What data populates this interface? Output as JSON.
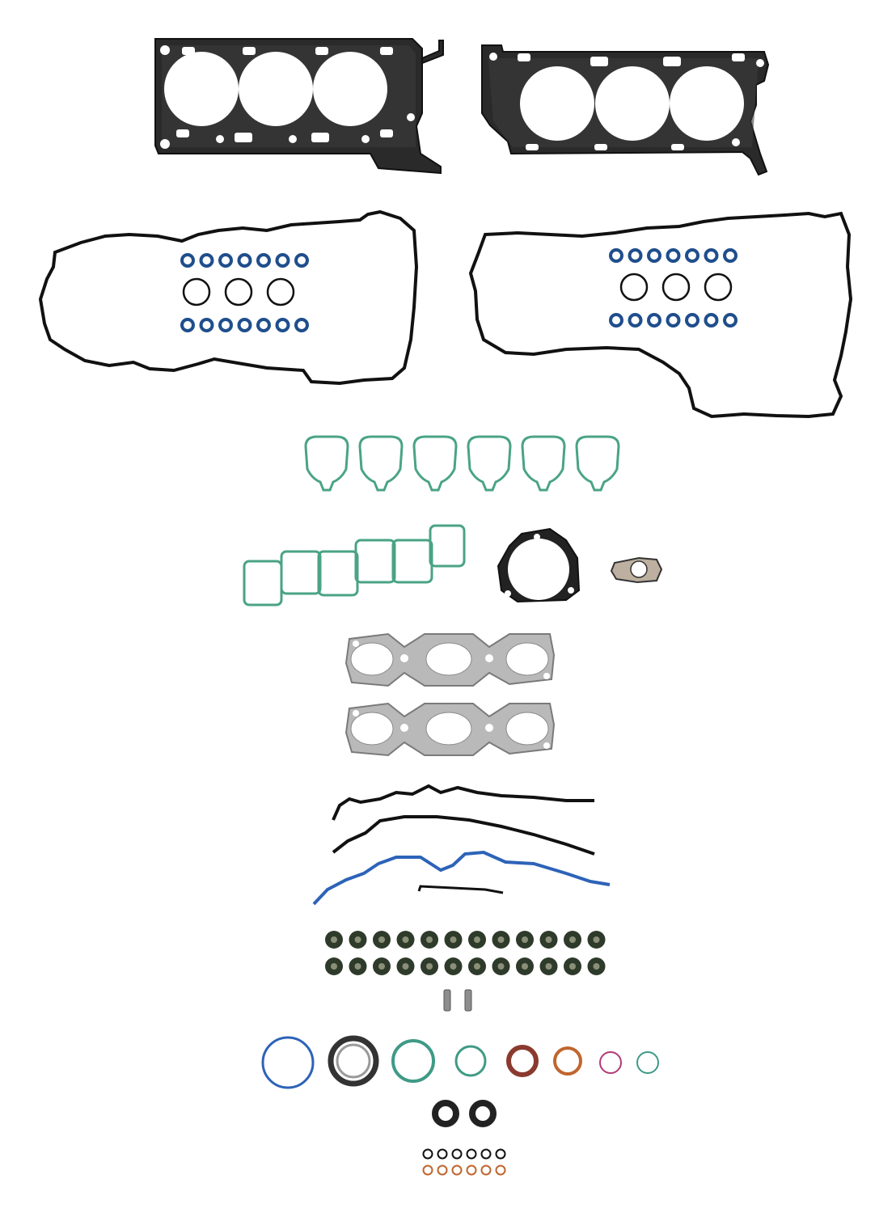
{
  "colors": {
    "background": "#ffffff",
    "gasket_black": "#111111",
    "head_gasket_fill": "#2a2a2a",
    "head_gasket_inner": "#3c3c3c",
    "fuel_seal_blue": "#1f4e8c",
    "intake_green": "#4aa386",
    "exhaust_silver": "#b9b9b9",
    "front_cover_blue": "#2d63b8",
    "valve_seal_dark": "#2e3a2a",
    "seal_red_brown": "#8a3a2e",
    "seal_orange": "#c0662e",
    "seal_magenta": "#b23a78",
    "seal_teal": "#3f9a86"
  },
  "components": {
    "cylinder_head_gaskets": 2,
    "valve_cover_gaskets": 2,
    "spark_plug_tube_seals_per_cover": 3,
    "fuel_injector_orings_per_cover": 14,
    "intake_port_gaskets": 6,
    "intake_manifold_gasket": 1,
    "throttle_body_gasket": 1,
    "small_flange_gasket": 1,
    "exhaust_manifold_gaskets": 2,
    "front_cover_gaskets": 4,
    "valve_stem_seals": 24,
    "dowel_pins": 2,
    "bottom_seals_and_rings": 8,
    "camshaft_seals": 2,
    "small_orings": 12
  }
}
